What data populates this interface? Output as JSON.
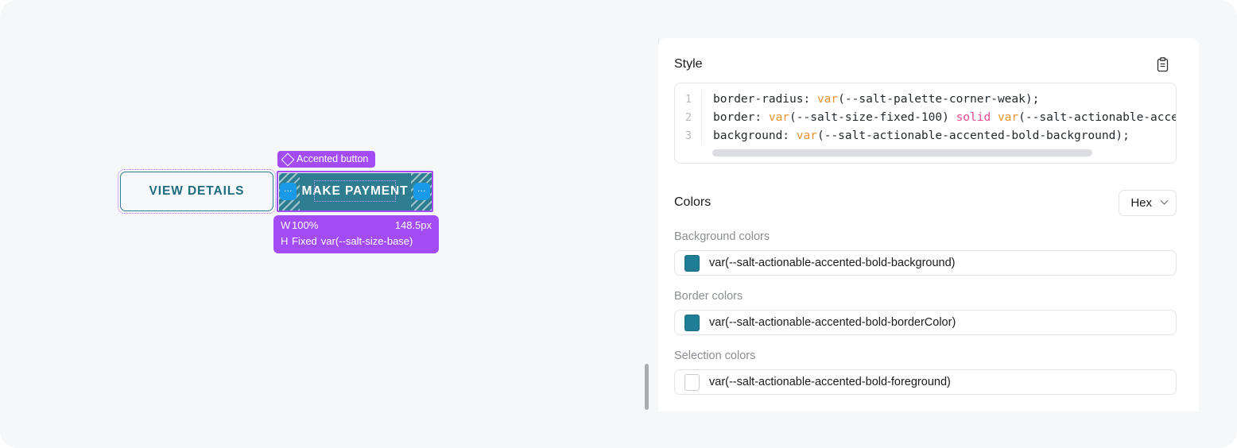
{
  "canvas": {
    "badge": {
      "label": "Accented button",
      "icon": "diamond-icon",
      "color": "#a34cf5"
    },
    "buttons": [
      {
        "label": "VIEW DETAILS",
        "variant": "secondary",
        "selected": false
      },
      {
        "label": "MAKE PAYMENT",
        "variant": "accented-bold",
        "selected": true
      }
    ],
    "spacing_chips": {
      "left": "...",
      "right": "..."
    },
    "dimensions": {
      "width_key": "W",
      "width_mode": "100%",
      "width_value": "148.5px",
      "height_key": "H",
      "height_mode": "Fixed",
      "height_value": "var(--salt-size-base)"
    },
    "accent_color": "#2f7d91",
    "selection_color": "#a34cf5",
    "chip_color": "#1a9ae6"
  },
  "panel": {
    "style": {
      "title": "Style",
      "copy_icon": "clipboard-icon",
      "lines": [
        {
          "number": "1",
          "prop": "border-radius: ",
          "fn": "var",
          "open": "(",
          "token": "--salt-palette-corner-weak",
          "close": ");",
          "tail": ""
        },
        {
          "number": "2",
          "prop": "border: ",
          "fn": "var",
          "open": "(",
          "token": "--salt-size-fixed-100",
          "close": ")",
          "keyword": " solid ",
          "fn2": "var",
          "open2": "(",
          "token2": "--salt-actionable-accented"
        },
        {
          "number": "3",
          "prop": "background: ",
          "fn": "var",
          "open": "(",
          "token": "--salt-actionable-accented-bold-background",
          "close": ");",
          "tail": ""
        }
      ]
    },
    "colors": {
      "title": "Colors",
      "format_label": "Hex",
      "groups": [
        {
          "label": "Background colors",
          "value": "var(--salt-actionable-accented-bold-background)",
          "swatch": "#1f7e96"
        },
        {
          "label": "Border colors",
          "value": "var(--salt-actionable-accented-bold-borderColor)",
          "swatch": "#1f7e96"
        },
        {
          "label": "Selection colors",
          "value": "var(--salt-actionable-accented-bold-foreground)",
          "swatch": "#ffffff"
        }
      ]
    }
  }
}
